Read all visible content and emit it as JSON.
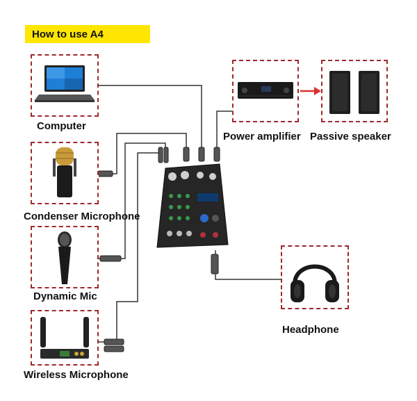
{
  "header": {
    "title": "How to use A4"
  },
  "devices": {
    "computer": {
      "label": "Computer"
    },
    "condenser_mic": {
      "label": "Condenser Microphone"
    },
    "dynamic_mic": {
      "label": "Dynamic Mic"
    },
    "wireless_mic": {
      "label": "Wireless Microphone"
    },
    "power_amp": {
      "label": "Power amplifier"
    },
    "passive_speaker": {
      "label": "Passive speaker"
    },
    "headphone": {
      "label": "Headphone"
    }
  },
  "colors": {
    "highlight": "#ffe600",
    "dashed_border": "#a0282c",
    "arrow": "#d9302c",
    "wire": "#333333"
  }
}
